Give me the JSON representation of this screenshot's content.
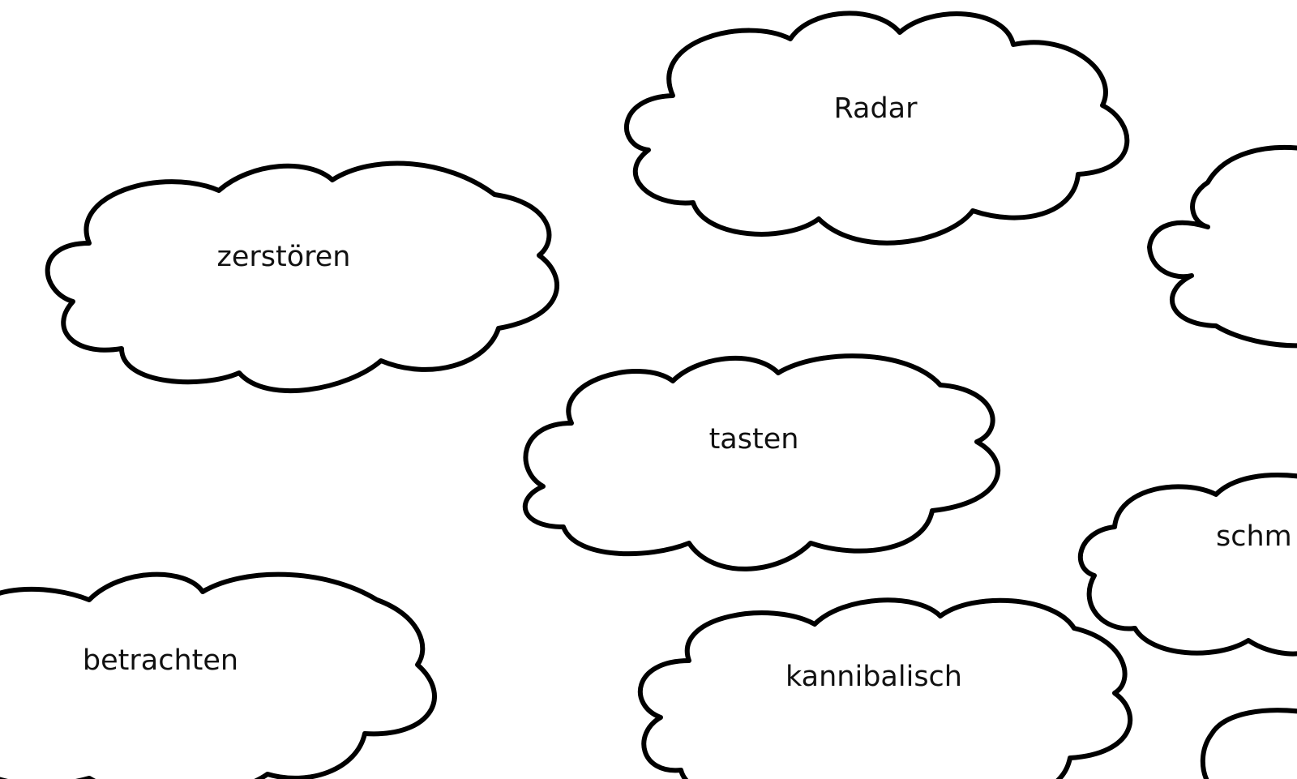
{
  "worksheet": {
    "clouds": [
      {
        "id": "radar",
        "word": "Radar"
      },
      {
        "id": "zerstoeren",
        "word": "zerstören"
      },
      {
        "id": "tasten",
        "word": "tasten"
      },
      {
        "id": "betrachten",
        "word": "betrachten"
      },
      {
        "id": "kannibalisch",
        "word": "kannibalisch"
      },
      {
        "id": "schm",
        "word": "schm"
      },
      {
        "id": "right-top",
        "word": ""
      },
      {
        "id": "right-bottom",
        "word": ""
      }
    ]
  },
  "colors": {
    "outline": "#000000",
    "text": "#111111",
    "background": "#ffffff"
  }
}
